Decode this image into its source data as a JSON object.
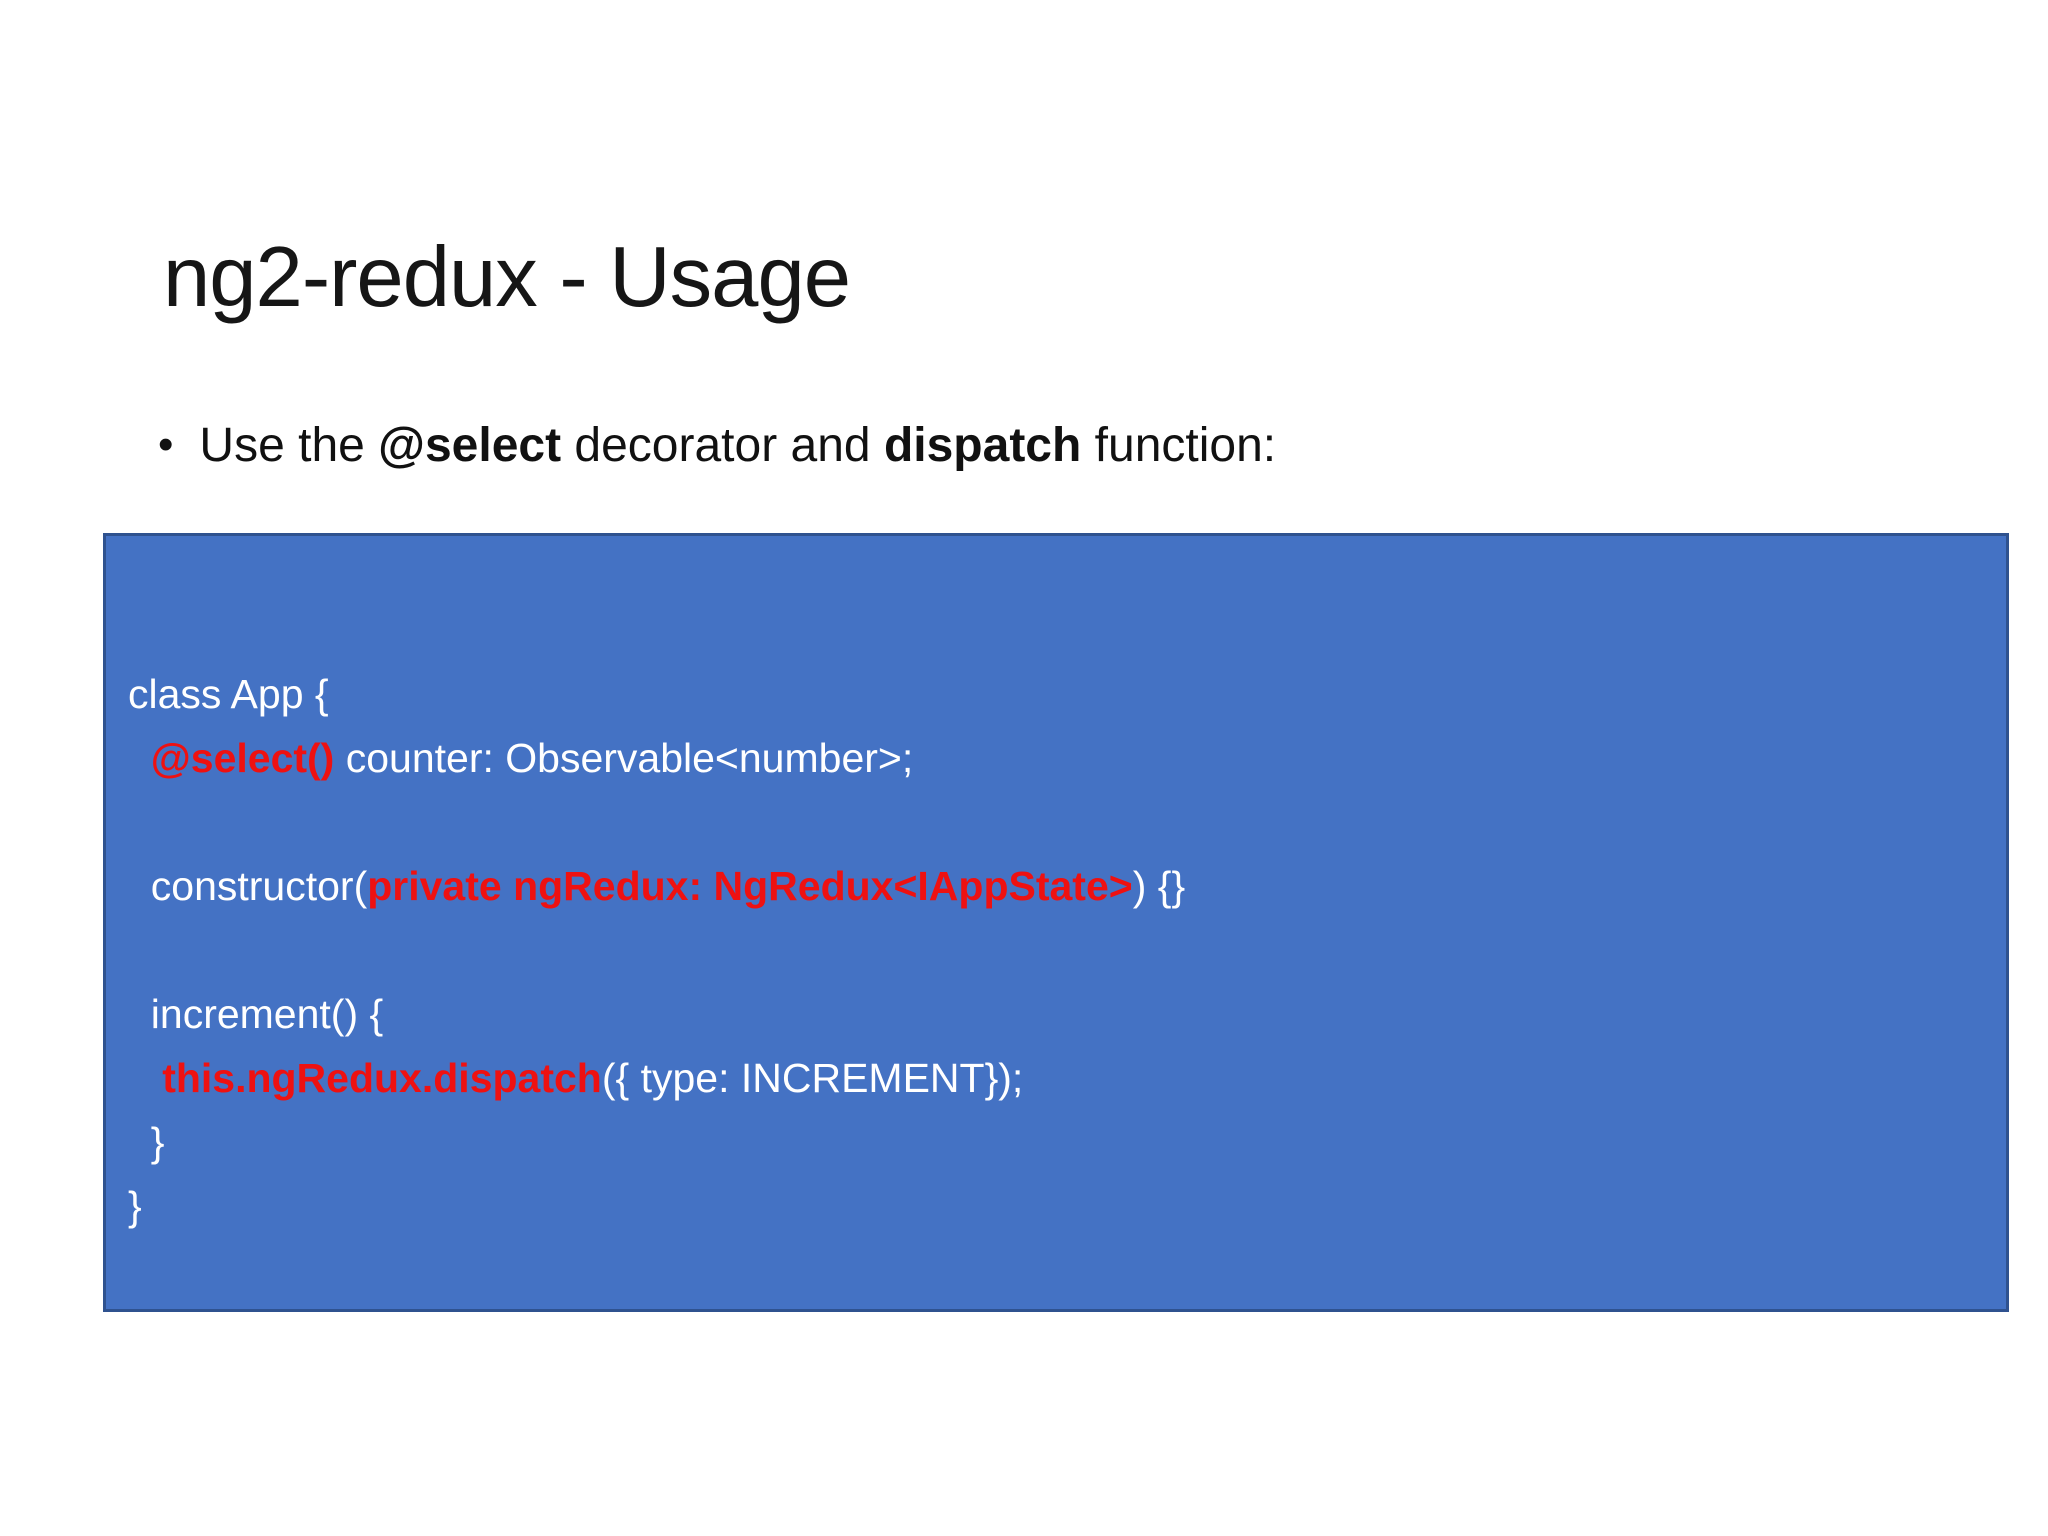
{
  "slide": {
    "title": "ng2-redux - Usage",
    "bullet": {
      "char": "•",
      "segments": [
        {
          "text": "Use the ",
          "bold": false
        },
        {
          "text": "@select",
          "bold": true
        },
        {
          "text": " decorator and ",
          "bold": false
        },
        {
          "text": "dispatch",
          "bold": true
        },
        {
          "text": " function:",
          "bold": false
        }
      ]
    },
    "code": {
      "lines": [
        [
          {
            "text": "class App {",
            "style": "plain"
          }
        ],
        [
          {
            "text": "  ",
            "style": "plain"
          },
          {
            "text": "@select()",
            "style": "red"
          },
          {
            "text": " counter: Observable<number>;",
            "style": "plain"
          }
        ],
        [],
        [
          {
            "text": "  constructor(",
            "style": "plain"
          },
          {
            "text": "private ngRedux: NgRedux<IAppState>",
            "style": "red"
          },
          {
            "text": ") {}",
            "style": "plain"
          }
        ],
        [],
        [
          {
            "text": "  increment() {",
            "style": "plain"
          }
        ],
        [
          {
            "text": "   ",
            "style": "plain"
          },
          {
            "text": "this.ngRedux.dispatch",
            "style": "red"
          },
          {
            "text": "({ type: INCREMENT});",
            "style": "plain"
          }
        ],
        [
          {
            "text": "  }",
            "style": "plain"
          }
        ],
        [
          {
            "text": "}",
            "style": "plain"
          }
        ]
      ]
    },
    "colors": {
      "accent_blue": "#4472C4",
      "box_border": "#2F528F",
      "code_red": "#EE1111",
      "title_color": "#161616",
      "body_color": "#111111"
    }
  }
}
